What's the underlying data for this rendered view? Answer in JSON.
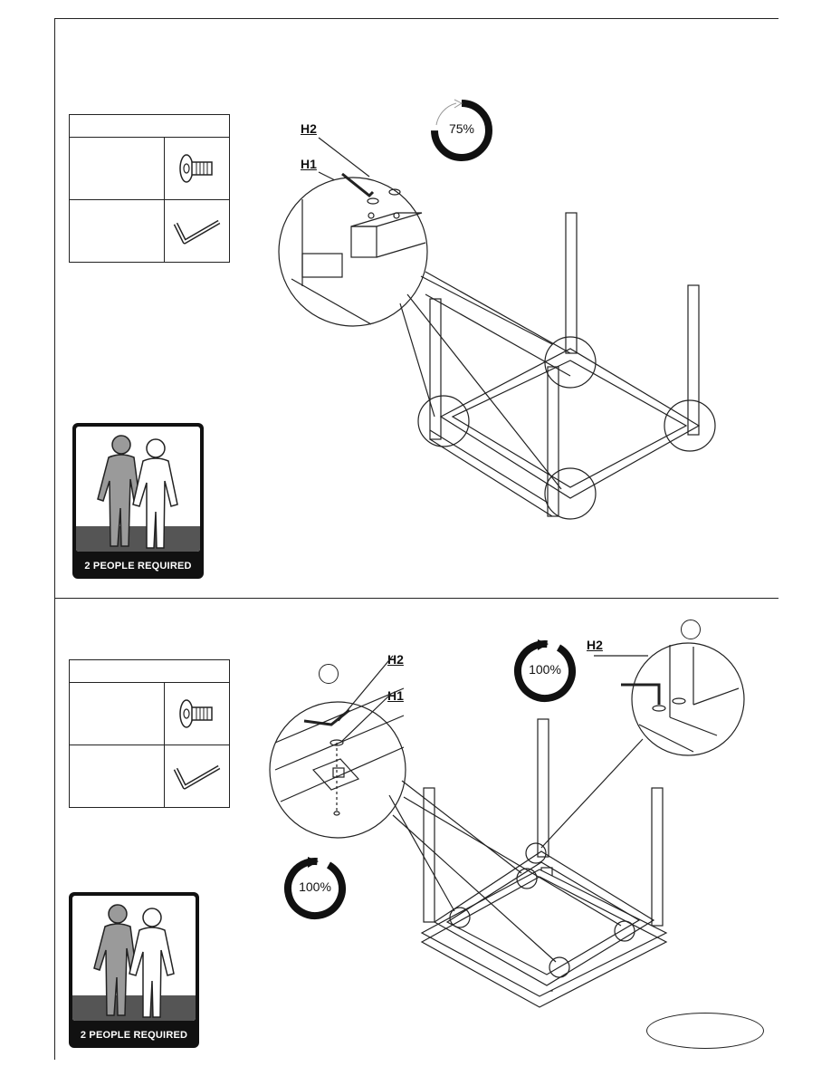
{
  "step1": {
    "rotation": {
      "label": "75%",
      "level_percent": 75
    },
    "callouts": {
      "h2": "H2",
      "h1": "H1"
    },
    "parts": [
      {
        "icon": "bolt-icon"
      },
      {
        "icon": "allen-key-icon"
      }
    ],
    "people_badge": {
      "label": "2 PEOPLE REQUIRED",
      "icon": "two-people-icon"
    }
  },
  "step2": {
    "rotation_top": {
      "label": "100%",
      "level_percent": 100
    },
    "rotation_left": {
      "label": "100%",
      "level_percent": 100
    },
    "callouts": {
      "h2_left": "H2",
      "h1_left": "H1",
      "h2_right": "H2"
    },
    "parts": [
      {
        "icon": "bolt-icon"
      },
      {
        "icon": "allen-key-icon"
      }
    ],
    "people_badge": {
      "label": "2 PEOPLE REQUIRED",
      "icon": "two-people-icon"
    }
  },
  "colors": {
    "line": "#222222",
    "figure_gray": "#9a9a9a",
    "badge_bg": "#111111"
  }
}
